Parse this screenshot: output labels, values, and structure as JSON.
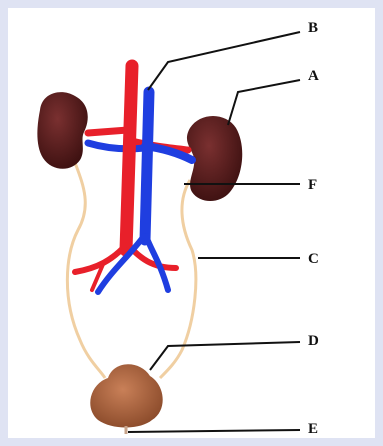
{
  "labels": {
    "A": "A",
    "B": "B",
    "C": "C",
    "D": "D",
    "E": "E",
    "F": "F"
  },
  "colors": {
    "background": "#dfe3f3",
    "panel": "#ffffff",
    "kidney": "#5a2020",
    "artery": "#e8202a",
    "vein": "#1f3ee0",
    "ureter": "#f0cfa2",
    "bladder": "#b5673f",
    "leader": "#111111"
  }
}
